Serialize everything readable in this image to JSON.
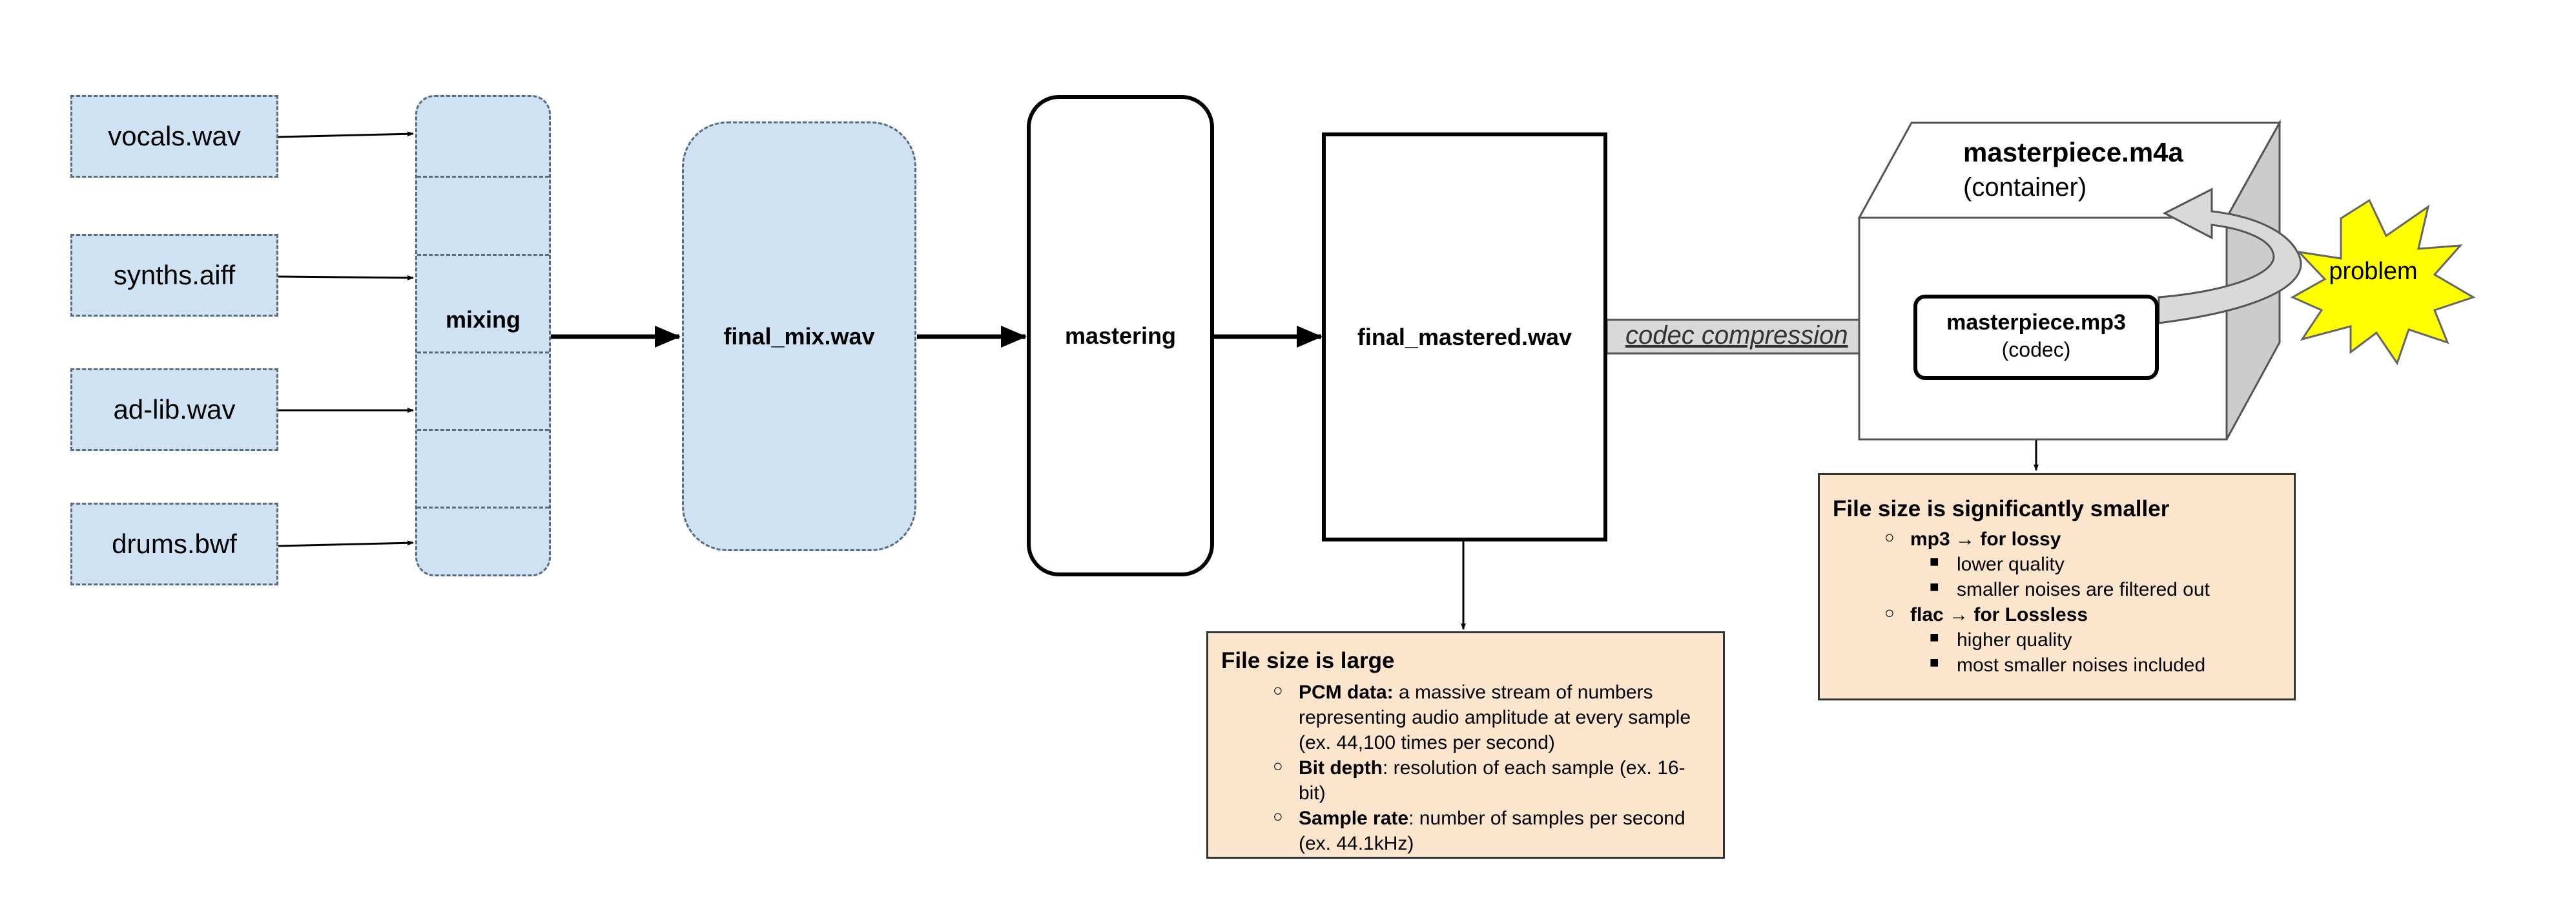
{
  "inputs": [
    "vocals.wav",
    "synths.aiff",
    "ad-lib.wav",
    "drums.bwf"
  ],
  "mixing_label": "mixing",
  "final_mix_label": "final_mix.wav",
  "mastering_label": "mastering",
  "final_mastered_label": "final_mastered.wav",
  "codec_compression_label": "codec compression",
  "container": {
    "title": "masterpiece.m4a",
    "subtitle": "(container)"
  },
  "codec": {
    "title": "masterpiece.mp3",
    "subtitle": "(codec)"
  },
  "problem_label": "problem",
  "note_large": {
    "title": "File size is large",
    "items": [
      {
        "bold": "PCM data:",
        "text": " a massive stream of numbers representing audio amplitude at every sample (ex. 44,100 times per second)"
      },
      {
        "bold": "Bit depth",
        "text": ": resolution of each sample (ex. 16-bit)"
      },
      {
        "bold": "Sample rate",
        "text": ": number of samples per second (ex. 44.1kHz)"
      }
    ]
  },
  "note_small": {
    "title": "File size is significantly smaller",
    "groups": [
      {
        "label": "mp3 → for lossy",
        "items": [
          "lower quality",
          "smaller noises are filtered out"
        ]
      },
      {
        "label": "flac → for Lossless",
        "items": [
          "higher quality",
          "most smaller noises included"
        ]
      }
    ]
  },
  "colors": {
    "input_fill": "#cfe2f3",
    "note_fill": "#fce5cd",
    "problem_fill": "#ffff00",
    "cube_side": "#cccccc",
    "arrow_fill": "#d9d9d9"
  }
}
